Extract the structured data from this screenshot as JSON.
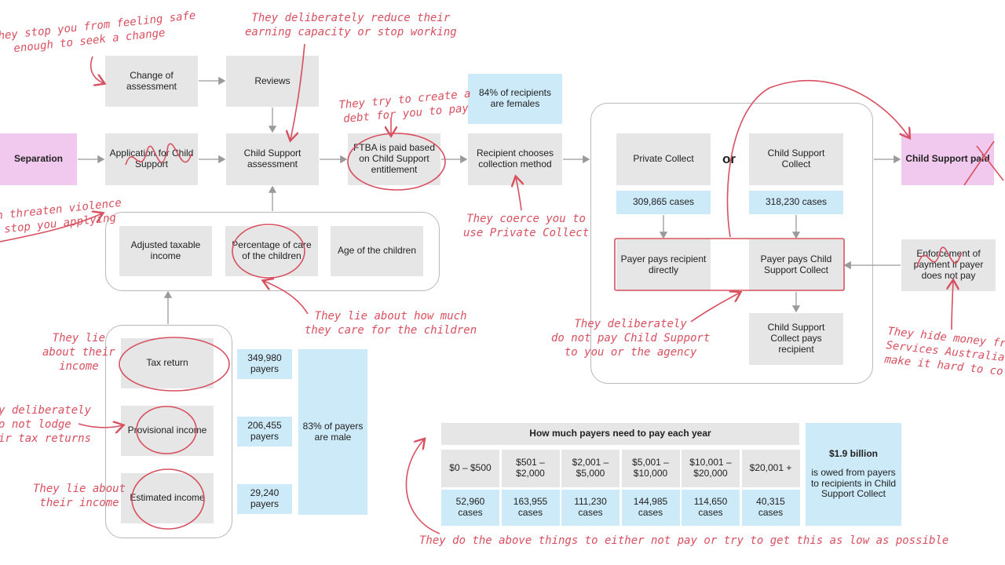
{
  "nodes": {
    "separation": "Separation",
    "change_of_assessment": "Change of assessment",
    "reviews": "Reviews",
    "application": "Application for Child Support",
    "assessment": "Child Support assessment",
    "ftba": "FTBA is paid based on Child Support entitlement",
    "female_stat": "84% of recipients are females",
    "recipient_chooses": "Recipient chooses collection method",
    "private_collect": "Private Collect",
    "or_word": "or",
    "cs_collect": "Child Support Collect",
    "private_cases": "309,865 cases",
    "cs_cases": "318,230 cases",
    "payer_pays_direct": "Payer pays recipient directly",
    "payer_pays_cs": "Payer pays Child Support Collect",
    "cs_pays_recipient": "Child Support Collect pays recipient",
    "cs_paid": "Child Support paid",
    "enforcement": "Enforcement of payment if payer does not pay",
    "adjusted_income": "Adjusted taxable income",
    "care_percentage": "Percentage of care of the children",
    "age_children": "Age of the children",
    "tax_return": "Tax return",
    "provisional_income": "Provisional income",
    "estimated_income": "Estimated income",
    "payers_tax": "349,980 payers",
    "payers_prov": "206,455 payers",
    "payers_est": "29,240 payers",
    "male_stat": "83% of payers are male",
    "owed_amount": "$1.9 billion",
    "owed_desc": "is owed from payers to recipients in Child Support Collect"
  },
  "table": {
    "title": "How much payers need to pay each year",
    "ranges": [
      "$0 – $500",
      "$501 – $2,000",
      "$2,001 – $5,000",
      "$5,001 – $10,000",
      "$10,001 – $20,000",
      "$20,001 +"
    ],
    "cases": [
      "52,960 cases",
      "163,955 cases",
      "111,230 cases",
      "144,985 cases",
      "114,650 cases",
      "40,315 cases"
    ]
  },
  "annotations": {
    "safe": [
      "hey stop you from feeling safe",
      "enough to seek a change"
    ],
    "earning": [
      "They deliberately reduce their",
      "earning capacity or stop working"
    ],
    "debt": [
      "They try to create a",
      "debt for you to pay"
    ],
    "violence": [
      "n threaten violence",
      "stop you applying"
    ],
    "coerce": [
      "They coerce you to",
      "use Private Collect"
    ],
    "care": [
      "They lie about how much",
      "they care for the children"
    ],
    "not_pay": [
      "They deliberately",
      "do not pay Child Support",
      "to you or the agency"
    ],
    "hide": [
      "They hide money fr",
      "Services Australia a",
      "make it hard to coll"
    ],
    "lie_income": [
      "They lie",
      "about their",
      "income"
    ],
    "lodge": [
      "y deliberately",
      "o not lodge",
      "ir tax returns"
    ],
    "lie_income2": [
      "They lie about",
      "their income"
    ],
    "bottom": "They do the above things to either not pay or try to get this as low as possible"
  },
  "colors": {
    "grey_box": "#e6e6e6",
    "blue_box": "#cdeaf8",
    "pink_box": "#f2c9ee",
    "annotation": "#d8505f",
    "connector": "#9a9a9a"
  }
}
